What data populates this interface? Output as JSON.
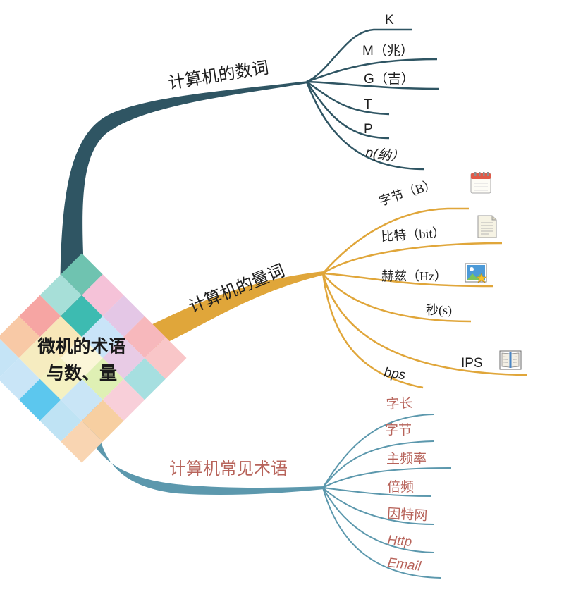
{
  "center": {
    "line1": "微机的术语",
    "line2": "与数、量"
  },
  "branches": [
    {
      "label": "计算机的数词",
      "color": "#2f5563",
      "leaves": [
        "K",
        "M（兆）",
        "G（吉）",
        "T",
        "P",
        "n(纳）"
      ]
    },
    {
      "label": "计算机的量词",
      "color": "#e0a63a",
      "leaves": [
        "字节（B）",
        "比特（bit）",
        "赫兹（Hz）",
        "秒(s)",
        "IPS",
        "bps"
      ]
    },
    {
      "label": "计算机常见术语",
      "color": "#5c98ad",
      "label_color": "#b7635a",
      "leaves": [
        "字长",
        "字节",
        "主频率",
        "倍频",
        "因特网",
        "Http",
        "Email"
      ]
    }
  ],
  "icons": {
    "bytes": "calendar-icon",
    "bit": "document-icon",
    "hz": "image-star-icon",
    "ips": "open-book-icon"
  }
}
